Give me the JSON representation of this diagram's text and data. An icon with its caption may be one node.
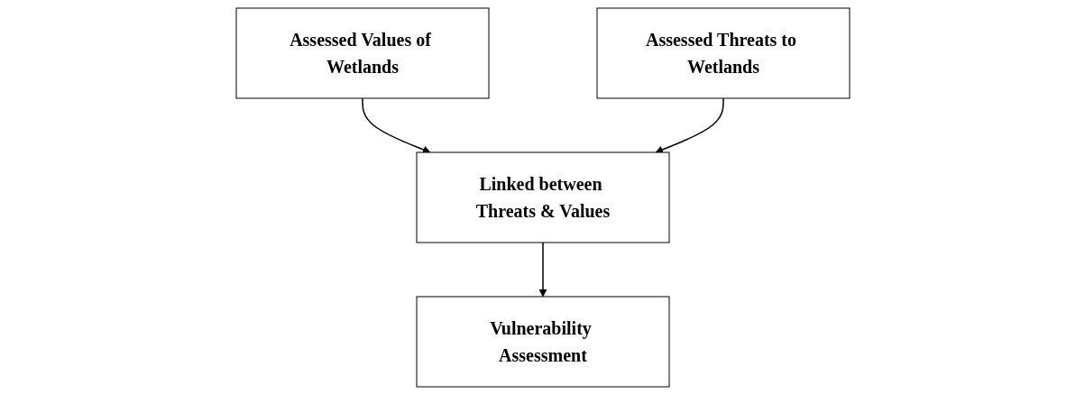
{
  "diagram": {
    "nodes": [
      {
        "text": [
          "Assessed Values of Wetlands"
        ]
      },
      {
        "text": [
          "Assessed Threats to Wetlands"
        ]
      },
      {
        "text": [
          "Linked between Threats & Values"
        ]
      },
      {
        "text": [
          "Vulnerability Assessment"
        ]
      }
    ],
    "edges": [
      {
        "from": 0,
        "to": 2,
        "arrow": "to"
      },
      {
        "from": 1,
        "to": 2,
        "arrow": "to"
      },
      {
        "from": 2,
        "to": 3,
        "arrow": "to"
      }
    ]
  }
}
